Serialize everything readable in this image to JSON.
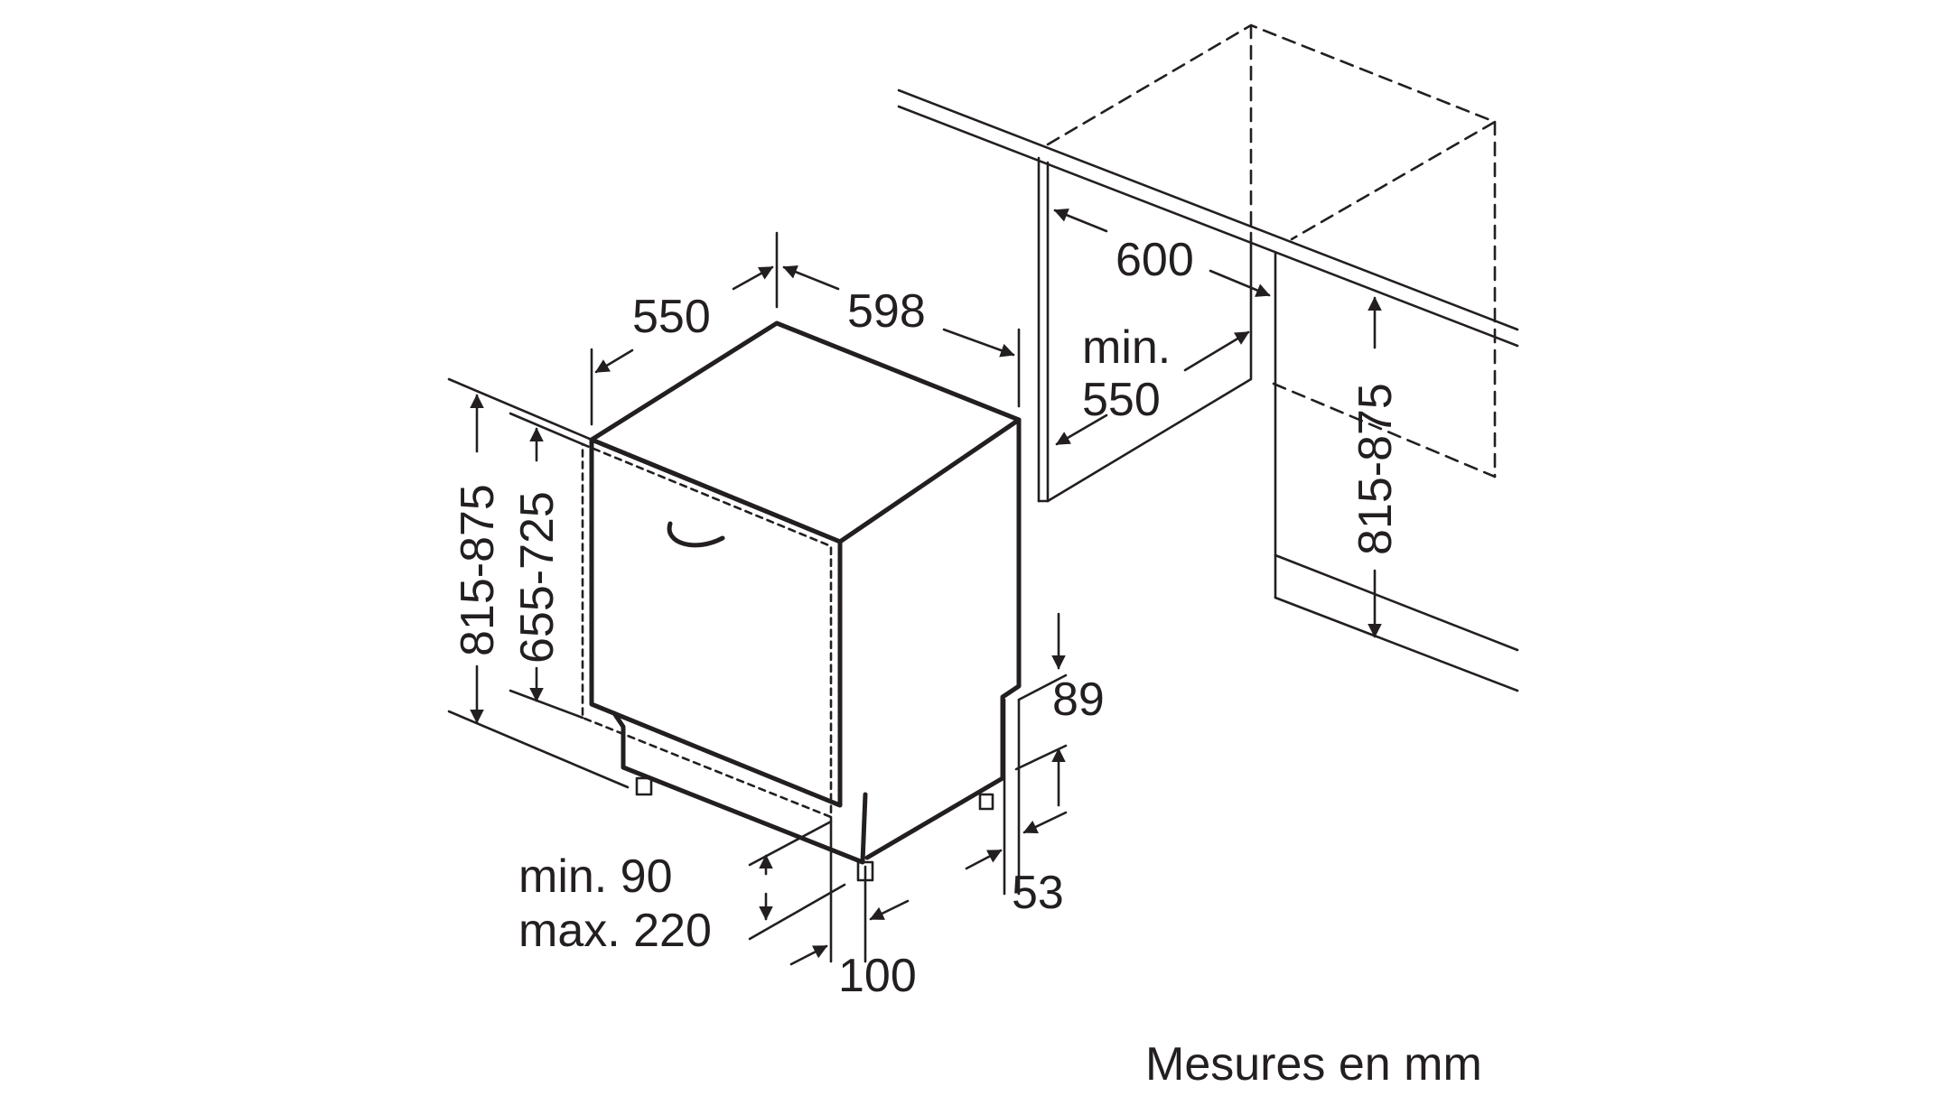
{
  "labels": {
    "d550_depth": "550",
    "d598_width": "598",
    "d600_niche": "600",
    "min_label": "min.",
    "d550_niche": "550",
    "h815_875_left": "815-875",
    "h655_725": "655-725",
    "h815_875_right": "815-875",
    "d89": "89",
    "d53": "53",
    "min90": "min. 90",
    "max220": "max. 220",
    "d100": "100",
    "footnote": "Mesures en mm"
  },
  "colors": {
    "line": "#231f20",
    "background": "#ffffff"
  }
}
